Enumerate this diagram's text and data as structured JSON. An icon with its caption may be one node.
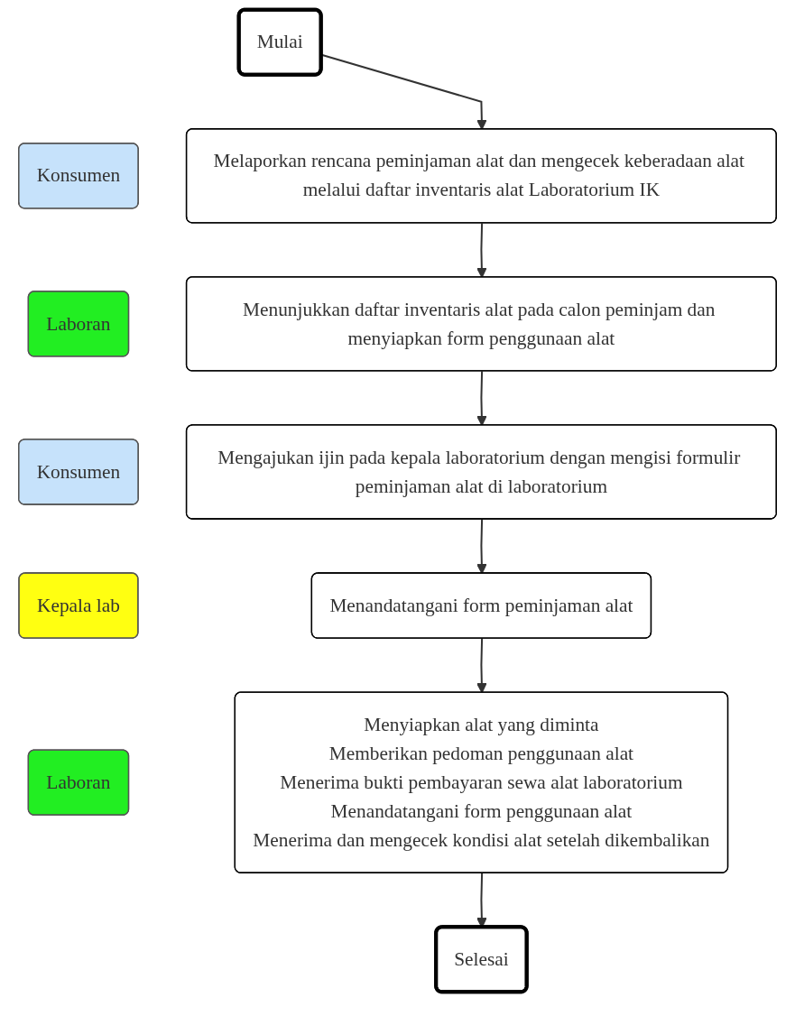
{
  "diagram": {
    "nodes": [
      {
        "text": [
          "Mulai"
        ]
      },
      {
        "text": [
          "Konsumen"
        ]
      },
      {
        "text": [
          "Melaporkan rencana peminjaman alat dan mengecek keberadaan alat melalui daftar inventaris alat Laboratorium IK"
        ]
      },
      {
        "text": [
          "Laboran"
        ]
      },
      {
        "text": [
          "Menunjukkan daftar inventaris alat pada calon peminjam dan menyiapkan form penggunaan alat"
        ]
      },
      {
        "text": [
          "Konsumen"
        ]
      },
      {
        "text": [
          "Mengajukan ijin pada kepala laboratorium dengan mengisi formulir peminjaman alat di laboratorium"
        ]
      },
      {
        "text": [
          "Kepala lab"
        ]
      },
      {
        "text": [
          "Menandatangani form peminjaman alat"
        ]
      },
      {
        "text": [
          "Laboran"
        ]
      },
      {
        "text": [
          "Menyiapkan alat yang diminta",
          "Memberikan pedoman penggunaan alat",
          "Menerima bukti pembayaran sewa alat laboratorium",
          "Menandatangani form penggunaan alat",
          "Menerima dan mengecek kondisi alat setelah dikembalikan"
        ]
      },
      {
        "text": [
          "Selesai"
        ]
      }
    ],
    "edges": [
      {
        "from": 0,
        "to": 2,
        "arrow": "to"
      },
      {
        "from": 2,
        "to": 4,
        "arrow": "to"
      },
      {
        "from": 4,
        "to": 6,
        "arrow": "to"
      },
      {
        "from": 6,
        "to": 8,
        "arrow": "to"
      },
      {
        "from": 8,
        "to": 10,
        "arrow": "to"
      },
      {
        "from": 10,
        "to": 11,
        "arrow": "to"
      }
    ]
  }
}
